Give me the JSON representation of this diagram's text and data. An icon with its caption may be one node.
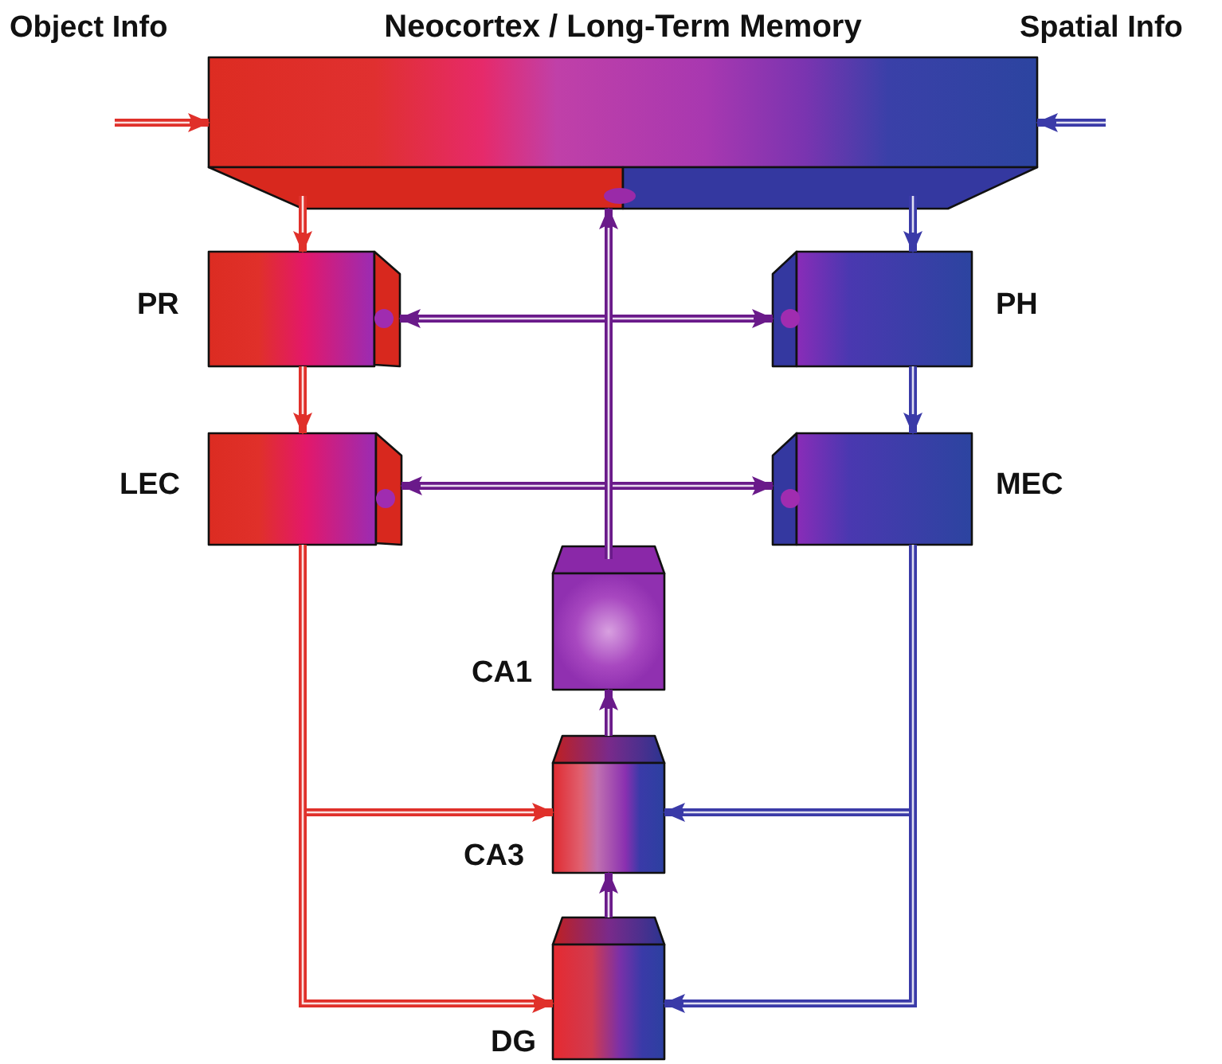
{
  "diagram": {
    "nodes": [
      {
        "text": [
          "Neocortex / Long-Term Memory"
        ]
      },
      {
        "text": [
          "PR"
        ]
      },
      {
        "text": [
          "PH"
        ]
      },
      {
        "text": [
          "LEC"
        ]
      },
      {
        "text": [
          "MEC"
        ]
      },
      {
        "text": [
          "CA1"
        ]
      },
      {
        "text": [
          "CA3"
        ]
      },
      {
        "text": [
          "DG"
        ]
      }
    ],
    "edges": [
      {
        "from": null,
        "to": 0,
        "arrow": "to",
        "color": "#e0302a"
      },
      {
        "from": null,
        "to": 0,
        "arrow": "to",
        "color": "#3a3aa8"
      },
      {
        "from": 0,
        "to": 1,
        "arrow": "to",
        "color": "#e0302a"
      },
      {
        "from": 0,
        "to": 2,
        "arrow": "to",
        "color": "#3a3aa8"
      },
      {
        "from": 1,
        "to": 3,
        "arrow": "to",
        "color": "#e0302a"
      },
      {
        "from": 2,
        "to": 4,
        "arrow": "to",
        "color": "#3a3aa8"
      },
      {
        "from": 1,
        "to": 2,
        "arrow": "both",
        "color": "#6a1a8a"
      },
      {
        "from": 3,
        "to": 4,
        "arrow": "both",
        "color": "#6a1a8a"
      },
      {
        "from": 5,
        "to": 0,
        "arrow": "to",
        "color": "#6a1a8a"
      },
      {
        "from": 3,
        "to": 6,
        "arrow": "to",
        "color": "#e0302a"
      },
      {
        "from": 3,
        "to": 7,
        "arrow": "to",
        "color": "#e0302a"
      },
      {
        "from": 4,
        "to": 6,
        "arrow": "to",
        "color": "#3a3aa8"
      },
      {
        "from": 4,
        "to": 7,
        "arrow": "to",
        "color": "#3a3aa8"
      },
      {
        "from": 7,
        "to": 6,
        "arrow": "to",
        "color": "#6a1a8a"
      },
      {
        "from": 6,
        "to": 5,
        "arrow": "to",
        "color": "#6a1a8a"
      }
    ],
    "labels": [
      "Object Info",
      "Spatial Info"
    ]
  }
}
